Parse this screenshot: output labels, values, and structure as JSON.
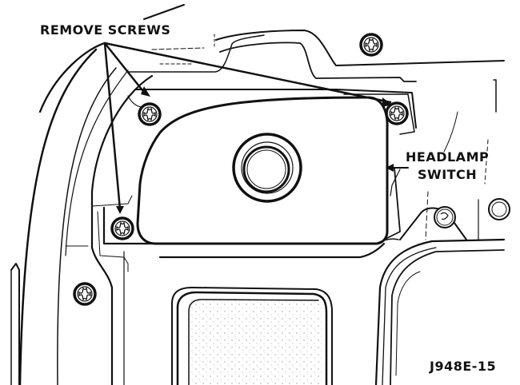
{
  "figure": {
    "id": "J948E-15",
    "subject": "Headlamp switch removal"
  },
  "callouts": {
    "remove_screws": "REMOVE SCREWS",
    "headlamp_switch_line1": "HEADLAMP",
    "headlamp_switch_line2": "SWITCH"
  },
  "colors": {
    "ink": "#111111",
    "paper": "#ffffff",
    "stipple": "#8a8a8a"
  },
  "parts": {
    "screws_indicated": 3,
    "other_screws_visible": 4,
    "switch_knob": "round push/pull knob in bezel"
  }
}
